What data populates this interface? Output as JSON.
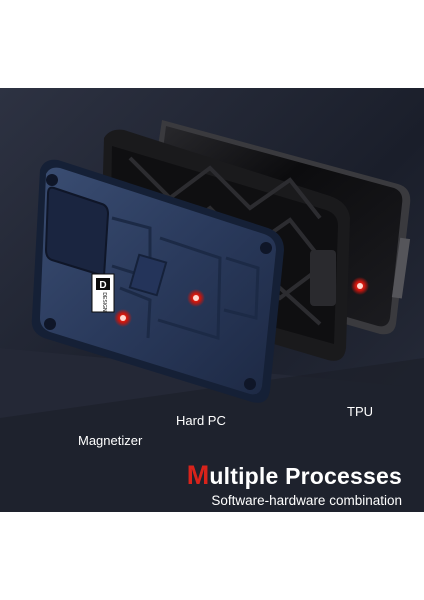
{
  "product_image": {
    "description_icon": "phone-case-exploded-view",
    "accent_color": "#d8231b",
    "case_color": "#2b3a5a",
    "background_color": "#1e2230"
  },
  "callouts": {
    "magnetizer": "Magnetizer",
    "hard_pc": "Hard PC",
    "tpu": "TPU"
  },
  "badge": {
    "brand_mark": "D",
    "brand_text": "DESIGN"
  },
  "headline": {
    "first_letter": "M",
    "title_rest": "ultiple Processes",
    "subtitle": "Software-hardware combination"
  }
}
